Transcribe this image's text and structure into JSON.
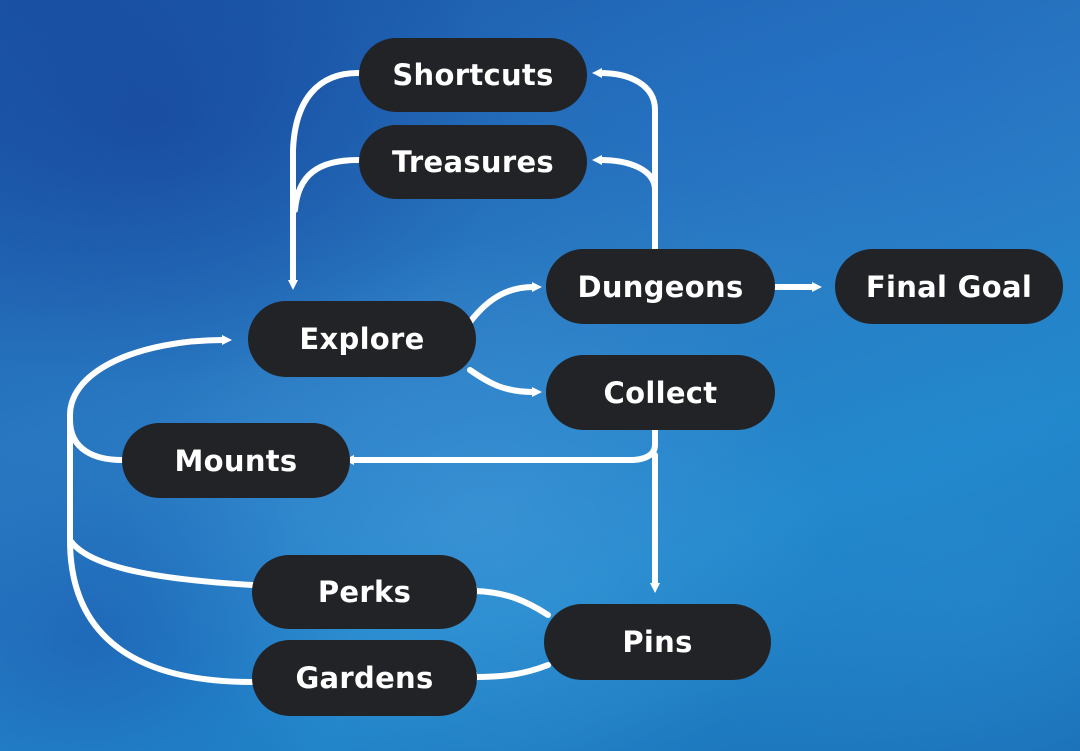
{
  "diagram": {
    "nodes": {
      "shortcuts": "Shortcuts",
      "treasures": "Treasures",
      "dungeons": "Dungeons",
      "final_goal": "Final Goal",
      "explore": "Explore",
      "collect": "Collect",
      "mounts": "Mounts",
      "perks": "Perks",
      "pins": "Pins",
      "gardens": "Gardens"
    },
    "edges": [
      {
        "from": "Explore",
        "to": "Dungeons"
      },
      {
        "from": "Explore",
        "to": "Collect"
      },
      {
        "from": "Dungeons",
        "to": "Final Goal"
      },
      {
        "from": "Dungeons",
        "to": "Shortcuts"
      },
      {
        "from": "Dungeons",
        "to": "Treasures"
      },
      {
        "from": "Shortcuts",
        "to": "Explore"
      },
      {
        "from": "Treasures",
        "to": "Explore"
      },
      {
        "from": "Collect",
        "to": "Mounts"
      },
      {
        "from": "Collect",
        "to": "Pins"
      },
      {
        "from": "Pins",
        "to": "Perks"
      },
      {
        "from": "Pins",
        "to": "Gardens"
      },
      {
        "from": "Mounts",
        "to": "Explore"
      },
      {
        "from": "Perks",
        "to": "Explore"
      },
      {
        "from": "Gardens",
        "to": "Explore"
      }
    ],
    "colors": {
      "node_fill": "#222326",
      "node_text": "#ffffff",
      "connector": "#ffffff",
      "background": "#1f6fb8"
    }
  }
}
